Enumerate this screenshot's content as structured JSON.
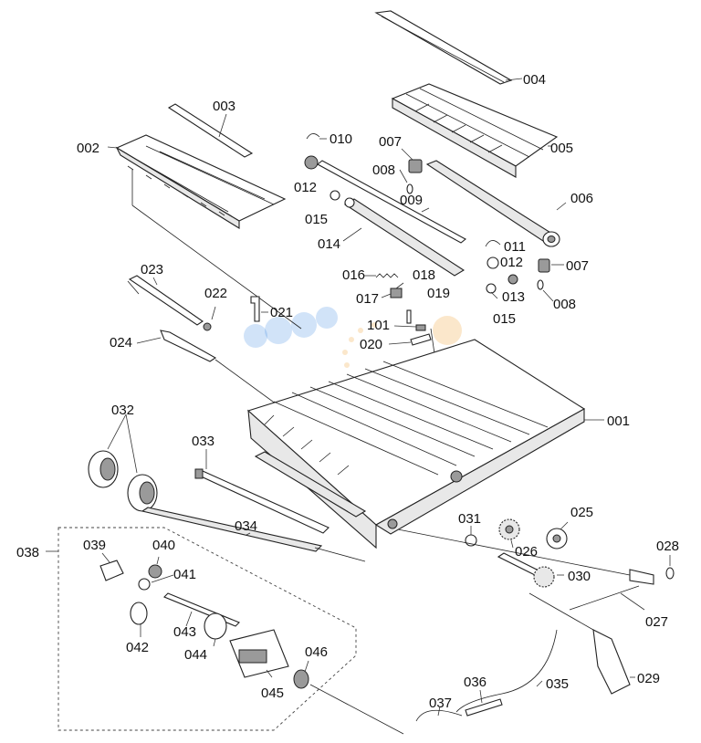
{
  "diagram": {
    "type": "exploded-parts-diagram",
    "labels": {
      "p001": "001",
      "p002": "002",
      "p003": "003",
      "p004": "004",
      "p005": "005",
      "p006": "006",
      "p007a": "007",
      "p007b": "007",
      "p008a": "008",
      "p008b": "008",
      "p009": "009",
      "p010": "010",
      "p011": "011",
      "p012a": "012",
      "p012b": "012",
      "p013": "013",
      "p014": "014",
      "p015a": "015",
      "p015b": "015",
      "p016": "016",
      "p017": "017",
      "p018": "018",
      "p019": "019",
      "p020": "020",
      "p021": "021",
      "p022": "022",
      "p023": "023",
      "p024": "024",
      "p025": "025",
      "p026": "026",
      "p027": "027",
      "p028": "028",
      "p029": "029",
      "p030": "030",
      "p031": "031",
      "p032": "032",
      "p033": "033",
      "p034": "034",
      "p035": "035",
      "p036": "036",
      "p037": "037",
      "p038": "038",
      "p039": "039",
      "p040": "040",
      "p041": "041",
      "p042": "042",
      "p043": "043",
      "p044": "044",
      "p045": "045",
      "p046": "046",
      "p101": "101"
    }
  }
}
